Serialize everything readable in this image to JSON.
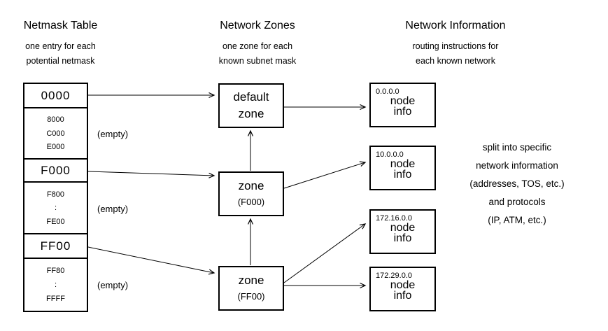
{
  "headers": {
    "netmask": {
      "title": "Netmask Table",
      "sub1": "one entry for each",
      "sub2": "potential netmask"
    },
    "zones": {
      "title": "Network Zones",
      "sub1": "one zone for each",
      "sub2": "known subnet mask"
    },
    "info": {
      "title": "Network Information",
      "sub1": "routing instructions for",
      "sub2": "each known network"
    }
  },
  "netmask_table": {
    "rows": [
      {
        "label": "0000"
      },
      {
        "lines": [
          "8000",
          "C000",
          "E000"
        ],
        "annotation": "(empty)"
      },
      {
        "label": "F000"
      },
      {
        "lines": [
          "F800",
          ":",
          "FE00"
        ],
        "annotation": "(empty)"
      },
      {
        "label": "FF00"
      },
      {
        "lines": [
          "FF80",
          ":",
          "FFFF"
        ],
        "annotation": "(empty)"
      }
    ]
  },
  "zones": [
    {
      "line1": "default",
      "line2": "zone"
    },
    {
      "line1": "zone",
      "line2": "(F000)"
    },
    {
      "line1": "zone",
      "line2": "(FF00)"
    }
  ],
  "nodes": [
    {
      "network": "0.0.0.0",
      "label1": "node",
      "label2": "info"
    },
    {
      "network": "10.0.0.0",
      "label1": "node",
      "label2": "info"
    },
    {
      "network": "172.16.0.0",
      "label1": "node",
      "label2": "info"
    },
    {
      "network": "172.29.0.0",
      "label1": "node",
      "label2": "info"
    }
  ],
  "side_note": {
    "line1": "split into specific",
    "line2": "network information",
    "line3": "(addresses, TOS, etc.)",
    "line4": "and protocols",
    "line5": "(IP, ATM, etc.)"
  },
  "colors": {
    "ink": "#000000",
    "background": "#ffffff"
  }
}
